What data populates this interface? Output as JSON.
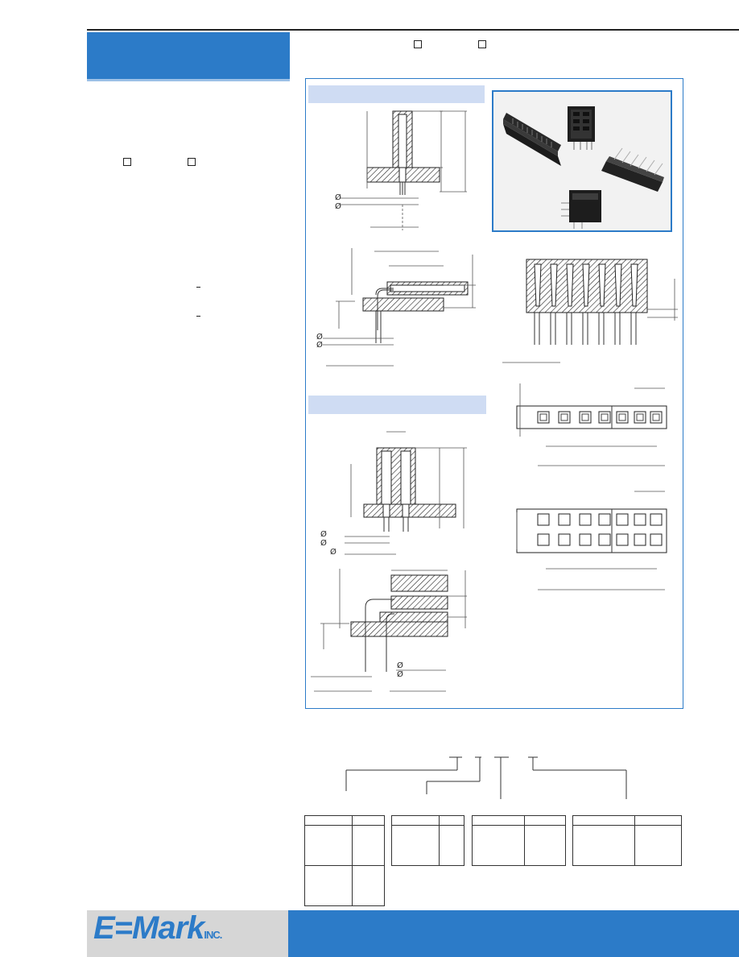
{
  "header": {
    "title": "",
    "dia_symbol": "Ø"
  },
  "brand": {
    "logo_text": "E=Mark",
    "logo_suffix": "INC."
  },
  "colors": {
    "accent": "#2c7bc8",
    "band": "#cfdcf3",
    "footer_left": "#d6d6d6"
  }
}
